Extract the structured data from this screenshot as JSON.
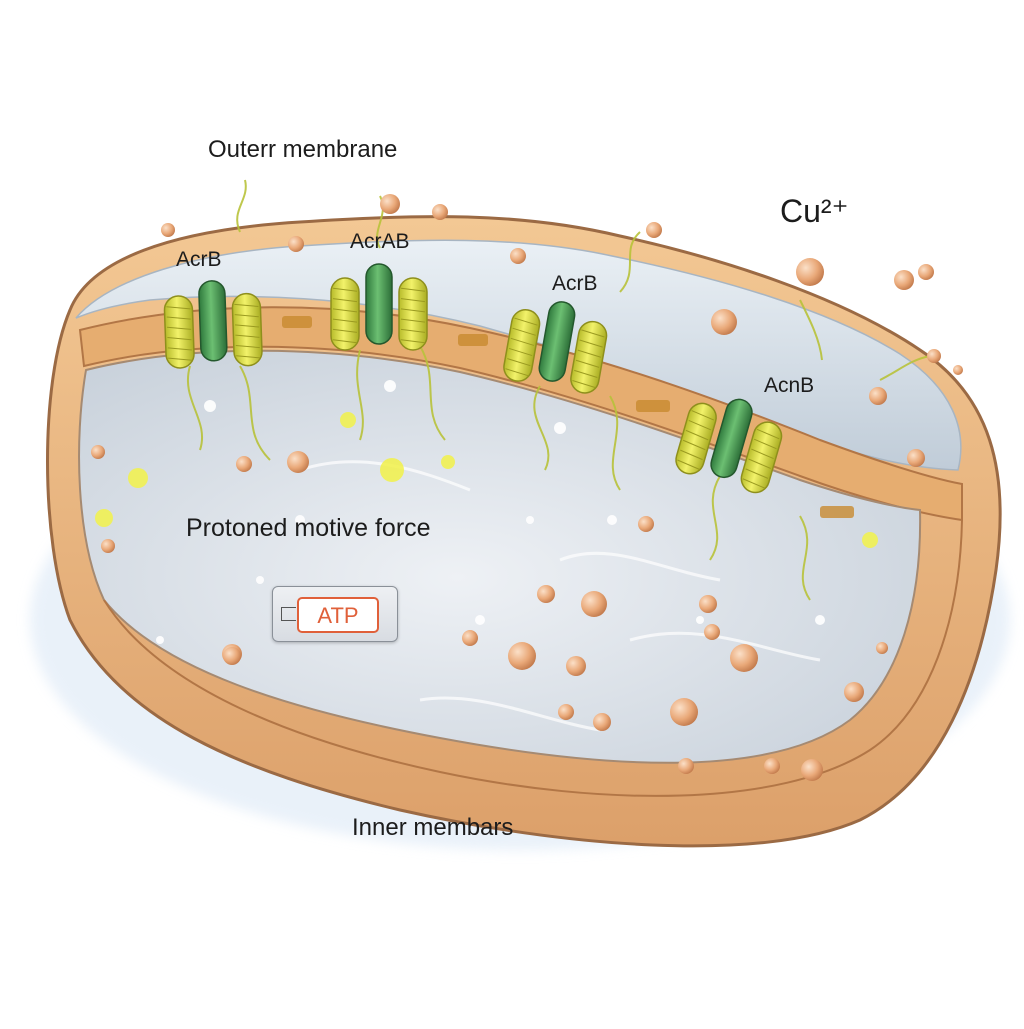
{
  "labels": {
    "outer_membrane": "Outerr membrane",
    "ion": "Cu²⁺",
    "proton_force": "Protoned motive force",
    "inner_membrane": "Inner membars",
    "atp": "ATP"
  },
  "pumps": [
    {
      "label": "AcrB"
    },
    {
      "label": "AcrAB"
    },
    {
      "label": "AcrB"
    },
    {
      "label": "AcnB"
    }
  ],
  "colors": {
    "cell_wall": "#e8b07a",
    "cell_wall_dark": "#b7774a",
    "membrane_band": "#e2a86a",
    "periplasm": "#d5dde6",
    "cytoplasm": "#e4e8ee",
    "helix_yellow": "#dfe34a",
    "helix_green": "#4a9a56",
    "copper_ion": "#e9a878",
    "atp_accent": "#e0603a"
  }
}
